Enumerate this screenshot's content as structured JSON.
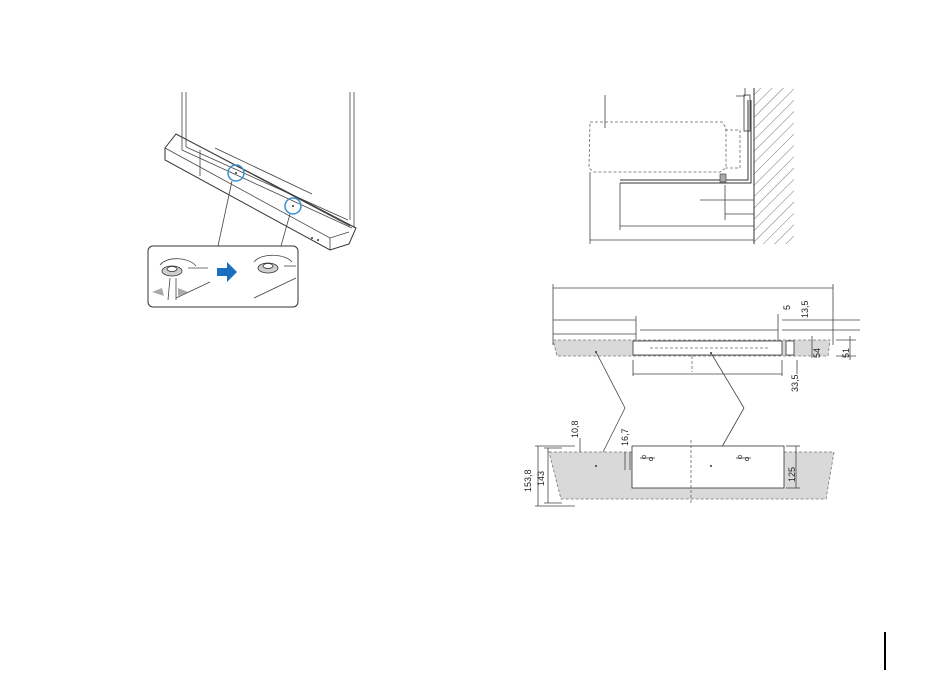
{
  "dimensions": {
    "top_5": "5",
    "top_13_5": "13,5",
    "right_51": "51",
    "right_54": "54",
    "right_33_5": "33,5",
    "b_10_8": "10,8",
    "b_16_7": "16,7",
    "b_153_8": "153,8",
    "b_143": "143",
    "b_125": "125"
  },
  "colors": {
    "highlight_circle": "#3a8fd0",
    "arrow": "#1b6fc1",
    "gray_fill": "#d9d9d9"
  }
}
